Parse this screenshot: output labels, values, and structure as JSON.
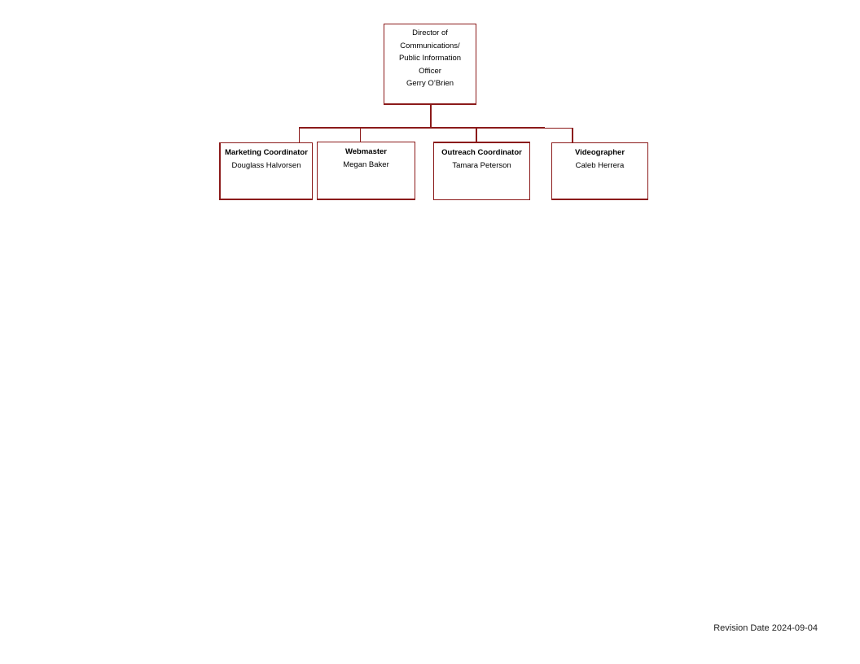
{
  "colors": {
    "accent": "#8b1a1a",
    "text": "#000000"
  },
  "director": {
    "title": "Director of Communications/ Public Information Officer",
    "name": "Gerry O’Brien"
  },
  "reports": [
    {
      "title": "Marketing Coordinator",
      "name": "Douglass Halvorsen"
    },
    {
      "title": "Webmaster",
      "name": "Megan Baker"
    },
    {
      "title": "Outreach Coordinator",
      "name": "Tamara Peterson"
    },
    {
      "title": "Videographer",
      "name": "Caleb Herrera"
    }
  ],
  "footer": {
    "revision": "Revision Date 2024-09-04"
  }
}
